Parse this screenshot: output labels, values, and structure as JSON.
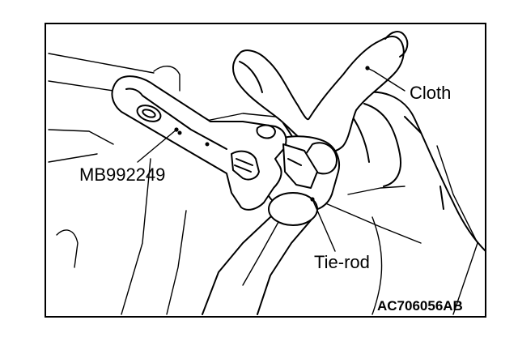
{
  "labels": {
    "cloth": "Cloth",
    "tool": "MB992249",
    "tie_rod": "Tie-rod",
    "figure_code": "AC706056AB"
  }
}
